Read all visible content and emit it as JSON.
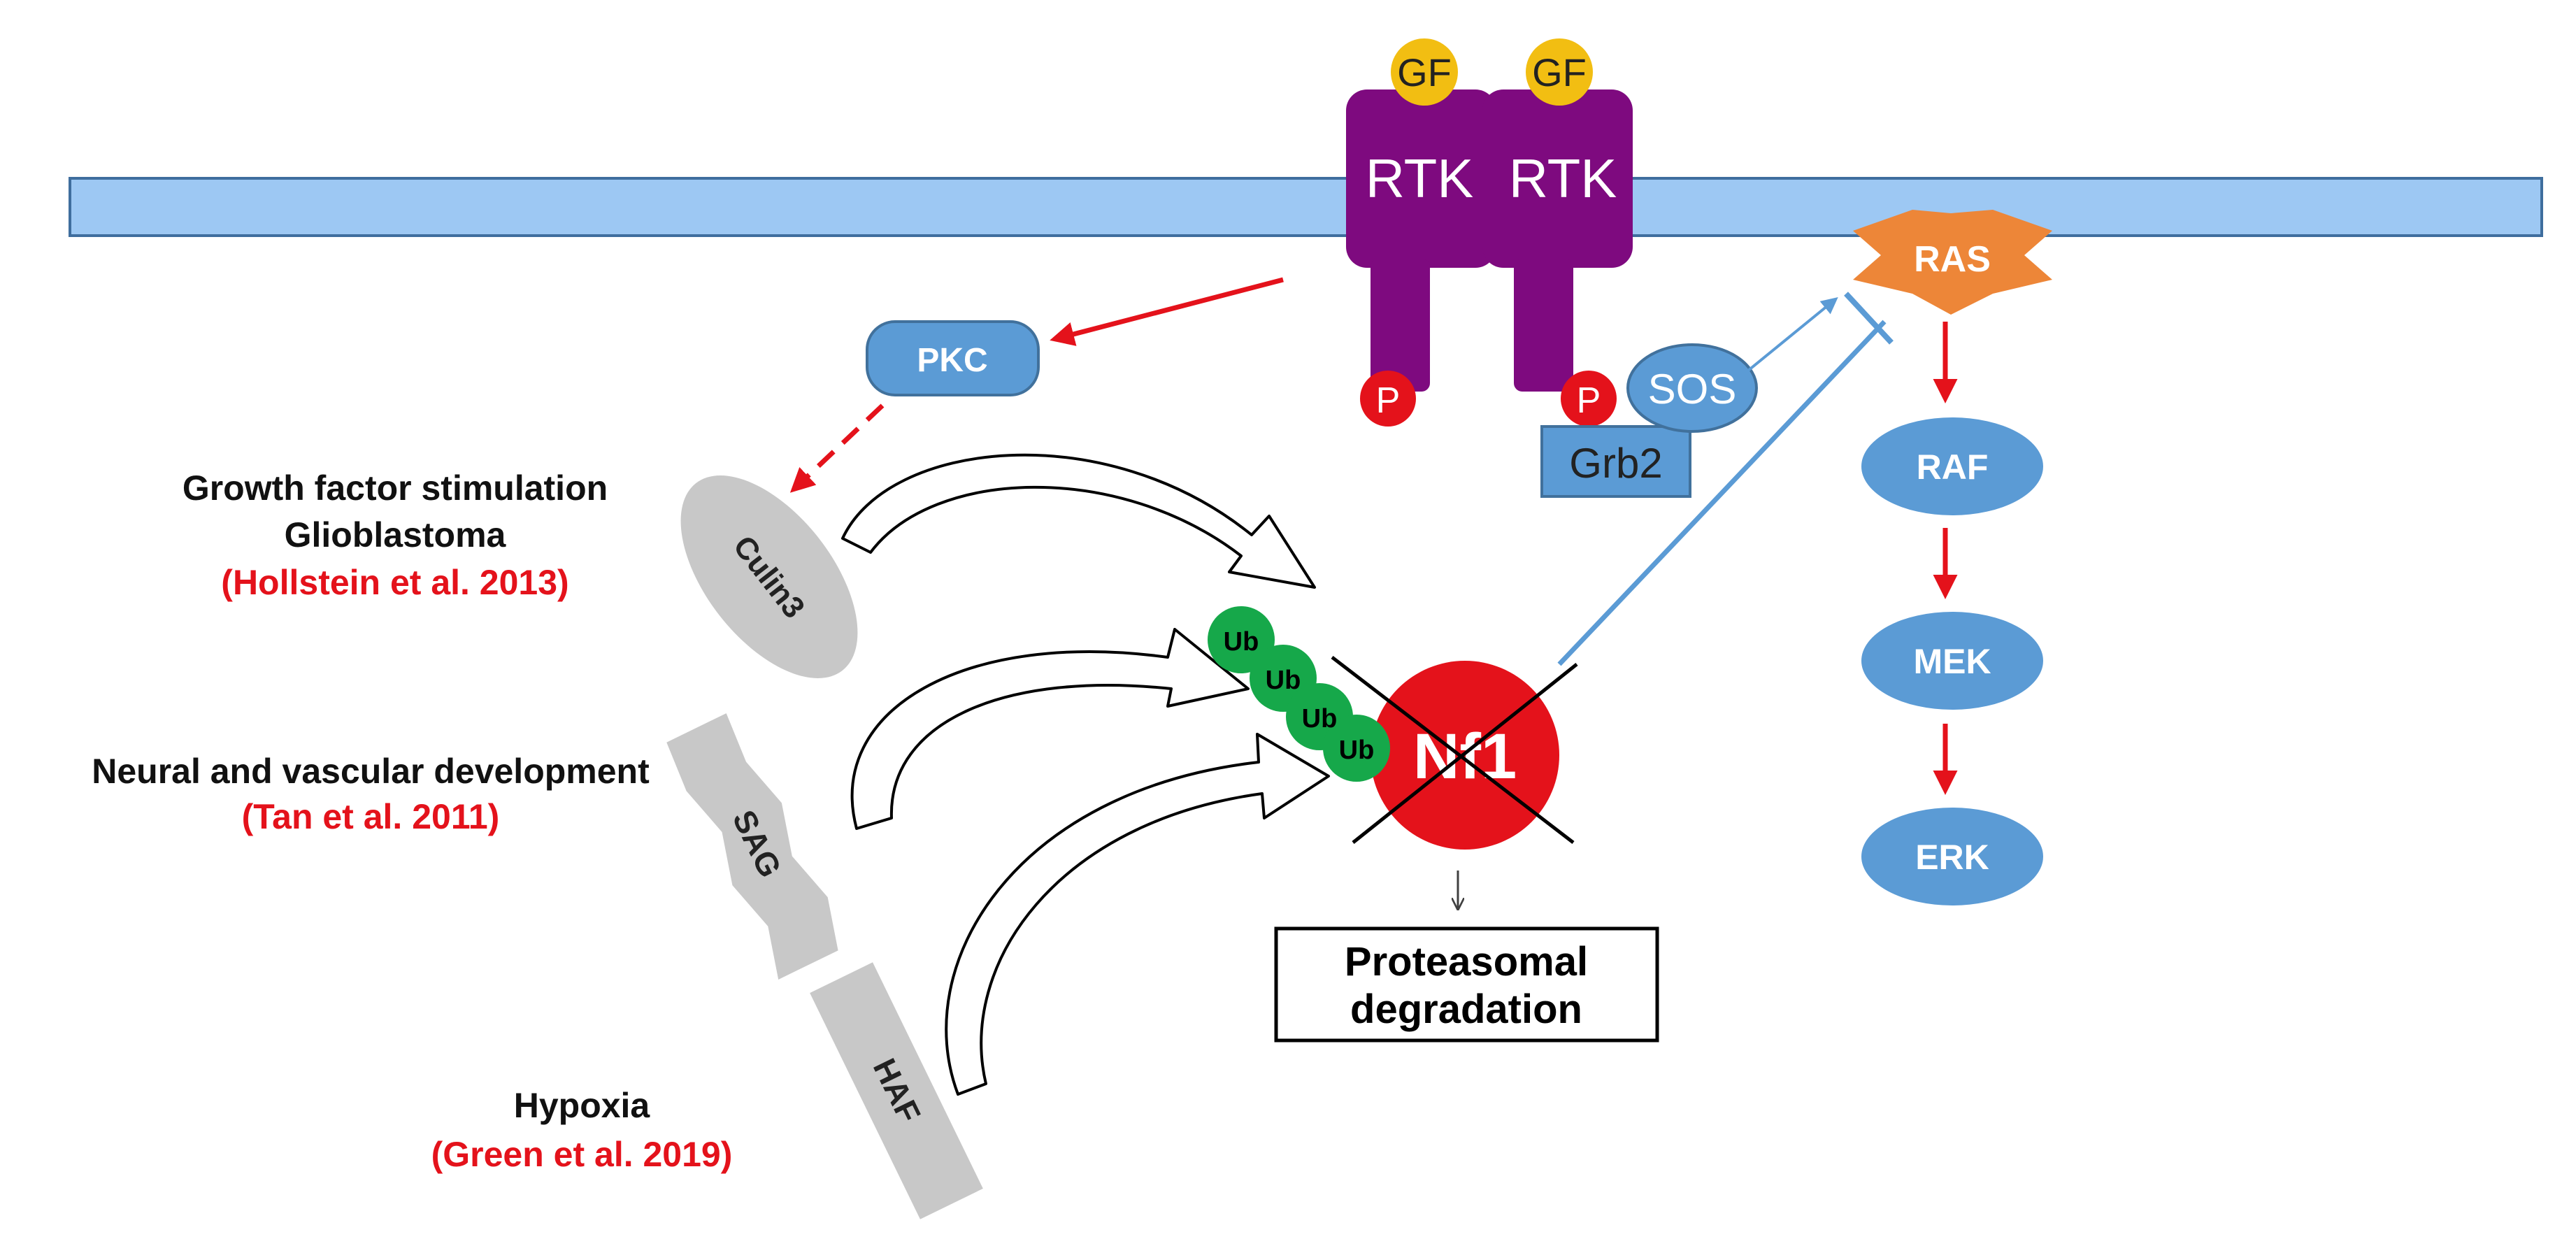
{
  "colors": {
    "membrane": "#9DC8F3",
    "membrane_stroke": "#3F6E9E",
    "rtk": "#7E0A7F",
    "gf": "#F2BE12",
    "phospho": "#E4121B",
    "node_blue": "#5B9BD5",
    "node_blue_stroke": "#41719C",
    "ras": "#ED8638",
    "ub": "#16A84A",
    "nf1": "#E4121B",
    "red_text": "#E4121B",
    "ligase_gray": "#C8C8C8",
    "activation_arrow": "#E4121B",
    "link_blue": "#5B9BD5"
  },
  "membrane": {
    "gf_left": "GF",
    "gf_right": "GF",
    "rtk_left": "RTK",
    "rtk_right": "RTK",
    "p_left": "P",
    "p_right": "P"
  },
  "adaptors": {
    "sos": "SOS",
    "grb2": "Grb2"
  },
  "pathway": {
    "ras": "RAS",
    "raf": "RAF",
    "mek": "MEK",
    "erk": "ERK"
  },
  "pkc": "PKC",
  "ligases": {
    "culin3": "Culin3",
    "sag": "SAG",
    "haf": "HAF"
  },
  "ubiquitin": [
    "Ub",
    "Ub",
    "Ub",
    "Ub"
  ],
  "nf1": "Nf1",
  "degradation": {
    "line1": "Proteasomal",
    "line2": "degradation"
  },
  "contexts": {
    "growth": {
      "line1": "Growth factor stimulation",
      "line2": "Glioblastoma",
      "ref": "(Hollstein et al. 2013)"
    },
    "neural": {
      "line1": "Neural and vascular development",
      "ref": "(Tan et al. 2011)"
    },
    "hypoxia": {
      "line1": "Hypoxia",
      "ref": "(Green et al. 2019)"
    }
  }
}
